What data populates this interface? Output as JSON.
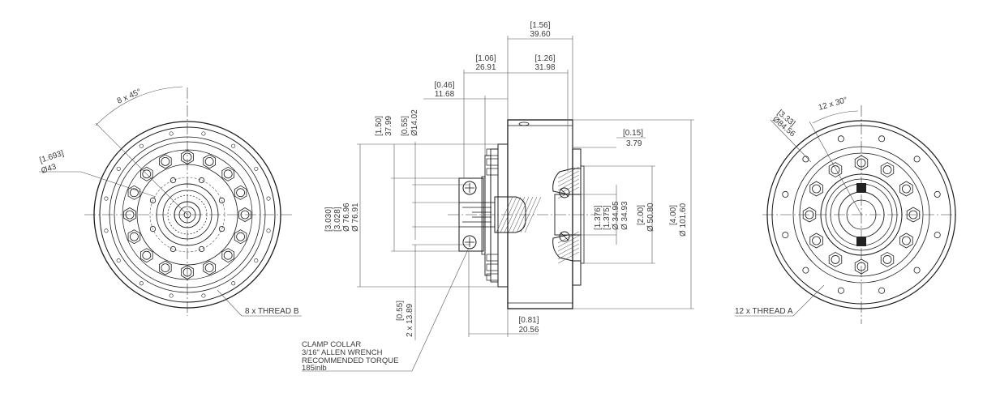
{
  "left_view": {
    "angle_dim": "8 x 45°",
    "bolt_circle_in": "[1.693]",
    "bolt_circle_mm": "Ø43",
    "thread_callout": "8 x THREAD B"
  },
  "side_view": {
    "dims": {
      "d_1_56": "[1.56]",
      "d_39_60": "39.60",
      "d_1_06": "[1.06]",
      "d_26_91": "26.91",
      "d_1_26": "[1.26]",
      "d_31_98": "31.98",
      "d_0_46": "[0.46]",
      "d_11_68": "11.68",
      "d_1_50": "[1.50]",
      "d_37_99": "37.99",
      "d_0_55a": "[0.55]",
      "d_14_02": "Ø14.02",
      "d_0_15": "[0.15]",
      "d_3_79": "3.79",
      "d_3_030": "[3.030]",
      "d_3_028": "[3.028]",
      "d_76_96": "Ø 76.96",
      "d_76_91": "Ø 76.91",
      "d_1_376": "[1.376]",
      "d_1_375": "[1.375]",
      "d_34_95": "Ø 34.95",
      "d_34_93": "Ø 34.93",
      "d_2_00": "[2.00]",
      "d_50_80": "Ø 50.80",
      "d_4_00": "[4.00]",
      "d_101_60": "Ø 101.60",
      "d_0_55b": "[0.55]",
      "d_13_89": "2 x 13.89",
      "d_0_81": "[0.81]",
      "d_20_56": "20.56"
    },
    "clamp_note": {
      "line1": "CLAMP COLLAR",
      "line2": "3/16\" ALLEN WRENCH",
      "line3": "RECOMMENDED TORQUE",
      "line4": "185inlb"
    }
  },
  "right_view": {
    "angle_dim": "12 x 30°",
    "bolt_circle_in": "[3.33]",
    "bolt_circle_mm": "Ø84.56",
    "thread_callout": "12 x THREAD A"
  }
}
